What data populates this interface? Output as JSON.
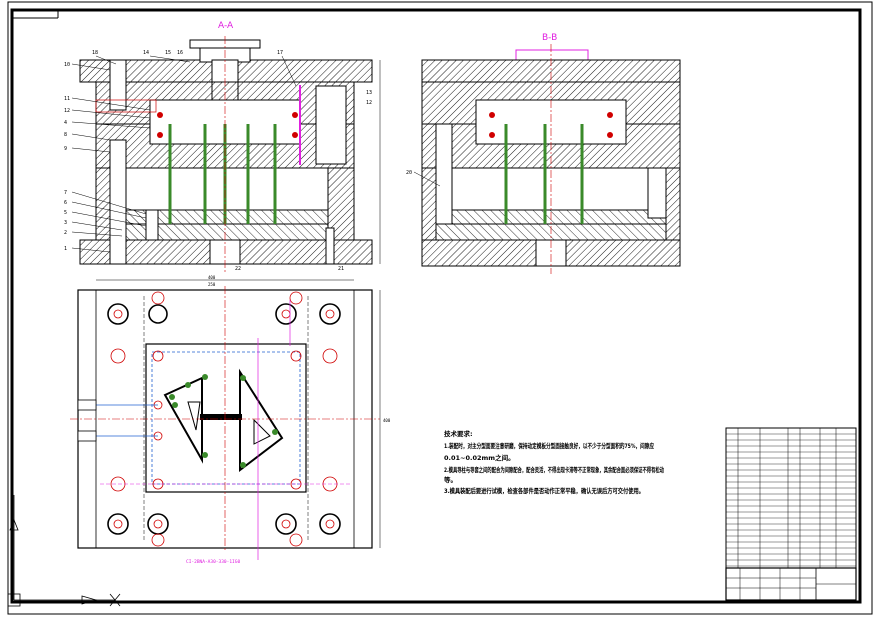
{
  "sections": {
    "aa": "A-A",
    "bb": "B-B"
  },
  "balloons_left": [
    "10",
    "11",
    "12",
    "4",
    "8",
    "9",
    "7",
    "6",
    "5",
    "3",
    "2",
    "1"
  ],
  "balloons_top": [
    "18",
    "14",
    "15",
    "16",
    "17"
  ],
  "balloons_right": [
    "13",
    "12"
  ],
  "balloon_bottom": [
    "22",
    "21"
  ],
  "bb_label": "20",
  "plan_bottom_label": "CI-2BNA-A30-330-1IG0",
  "dims": {
    "top1": "400",
    "top2": "250",
    "right": "400"
  },
  "notes": {
    "heading": "技术要求:",
    "line1": "1.装配时，对主分型面要注意研磨，保持动定模板分型面接触良好，以不少于分型面积的75%，间隙应",
    "line2": "0.01~0.02mm之间。",
    "line3": "2.模具导柱与导套之间的配合为间隙配合，配合灵活，不得出现卡滞等不正常现象，其余配合面必须保证不得有松动",
    "line4": "等。",
    "line5": "3.模具装配后要进行试模，检查各部件是否动作正常平稳，确认无误后方可交付使用。"
  },
  "colors": {
    "line": "#000000",
    "hatch": "#000000",
    "magenta": "#e020e0",
    "green": "#3a8a2a",
    "red": "#d00000",
    "blue": "#2060d0"
  }
}
